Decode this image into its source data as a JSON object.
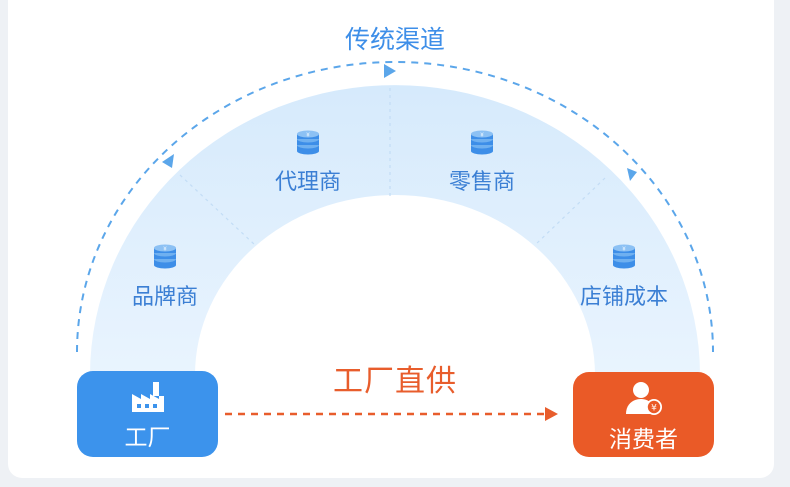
{
  "diagram": {
    "title": "传统渠道",
    "nodes": [
      {
        "label": "品牌商",
        "icon": "coin-stack-icon"
      },
      {
        "label": "代理商",
        "icon": "coin-stack-icon"
      },
      {
        "label": "零售商",
        "icon": "coin-stack-icon"
      },
      {
        "label": "店铺成本",
        "icon": "coin-stack-icon"
      }
    ],
    "direct_label": "工厂直供",
    "factory": {
      "label": "工厂",
      "icon": "factory-icon",
      "color": "#3c93ec"
    },
    "consumer": {
      "label": "消费者",
      "icon": "user-yen-icon",
      "color": "#ea5a27"
    }
  },
  "colors": {
    "arch_fill": "#ddeefc",
    "blue_text": "#3b7fd4",
    "dashed_blue": "#5ba6ea",
    "orange": "#e85d2c"
  }
}
